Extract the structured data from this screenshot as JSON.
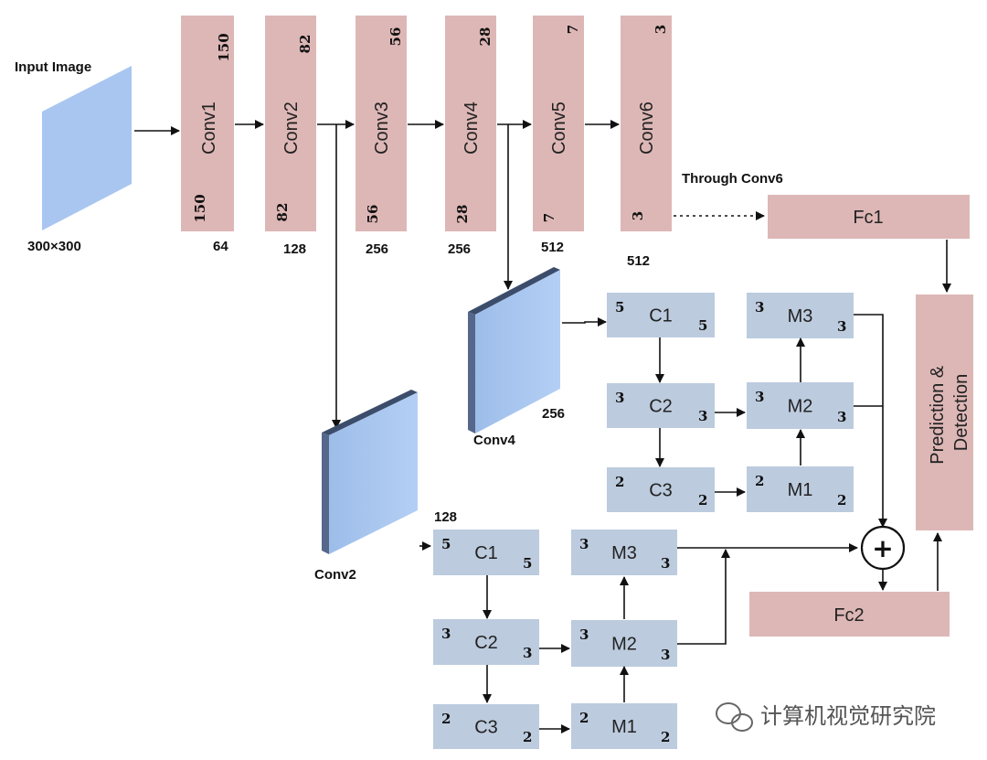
{
  "input": {
    "title": "Input Image",
    "size": "300×300"
  },
  "conv_layers": [
    {
      "label": "Conv1",
      "dim": "150",
      "channels": "64"
    },
    {
      "label": "Conv2",
      "dim": "82",
      "channels": "128"
    },
    {
      "label": "Conv3",
      "dim": "56",
      "channels": "256"
    },
    {
      "label": "Conv4",
      "dim": "28",
      "channels": "256"
    },
    {
      "label": "Conv5",
      "dim": "7",
      "channels": "512"
    },
    {
      "label": "Conv6",
      "dim": "3",
      "channels": "512"
    }
  ],
  "through_label": "Through Conv6",
  "fc1": "Fc1",
  "fc2": "Fc2",
  "prediction": "Prediction &\nDetection",
  "plus": "+",
  "conv4_map": {
    "name": "Conv4",
    "channels": "256"
  },
  "conv2_map": {
    "name": "Conv2",
    "channels": "128"
  },
  "upper_branch": {
    "c1": {
      "label": "C1",
      "tl": "5",
      "br": "5"
    },
    "c2": {
      "label": "C2",
      "tl": "3",
      "br": "3"
    },
    "c3": {
      "label": "C3",
      "tl": "2",
      "br": "2"
    },
    "m3": {
      "label": "M3",
      "tl": "3",
      "br": "3"
    },
    "m2": {
      "label": "M2",
      "tl": "3",
      "br": "3"
    },
    "m1": {
      "label": "M1",
      "tl": "2",
      "br": "2"
    }
  },
  "lower_branch": {
    "c1": {
      "label": "C1",
      "tl": "5",
      "br": "5"
    },
    "c2": {
      "label": "C2",
      "tl": "3",
      "br": "3"
    },
    "c3": {
      "label": "C3",
      "tl": "2",
      "br": "2"
    },
    "m3": {
      "label": "M3",
      "tl": "3",
      "br": "3"
    },
    "m2": {
      "label": "M2",
      "tl": "3",
      "br": "3"
    },
    "m1": {
      "label": "M1",
      "tl": "2",
      "br": "2"
    }
  },
  "watermark": "计算机视觉研究院",
  "colors": {
    "conv": "#ddb7b6",
    "module": "#bccbde",
    "map": "#a9c6f0",
    "map_edge": "#3c4d6b",
    "line": "#111111"
  }
}
